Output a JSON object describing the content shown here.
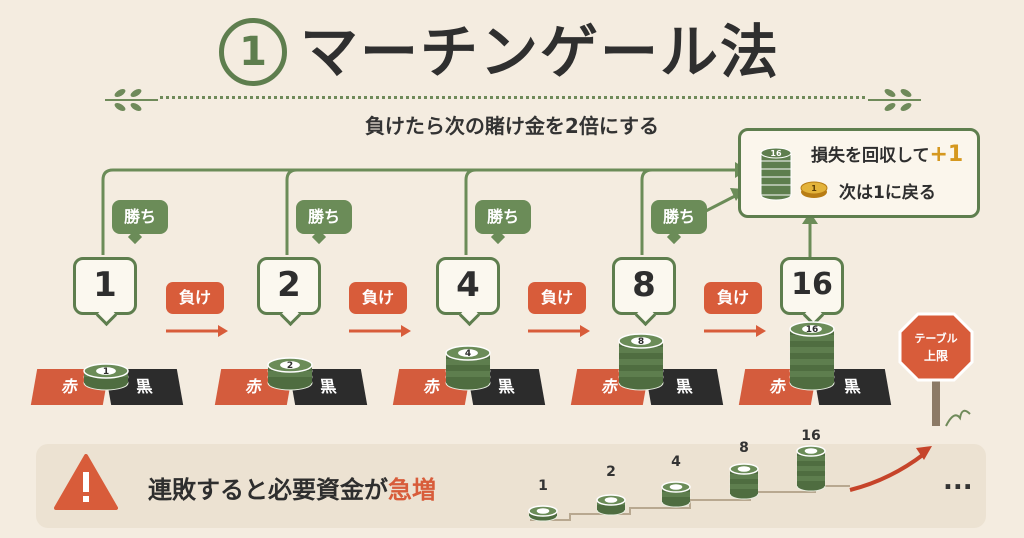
{
  "title": {
    "number": "1",
    "text": "マーチンゲール法"
  },
  "subtitle": "負けたら次の賭け金を2倍にする",
  "result_box": {
    "line1": "損失を回収して",
    "line1_plus": "+1",
    "line2": "次は1に戻る",
    "chip_stack_label": "16",
    "coin_label": "1"
  },
  "steps": [
    {
      "bet": "1",
      "chip_label": "1"
    },
    {
      "bet": "2",
      "chip_label": "2"
    },
    {
      "bet": "4",
      "chip_label": "4"
    },
    {
      "bet": "8",
      "chip_label": "8"
    },
    {
      "bet": "16",
      "chip_label": "16"
    }
  ],
  "win_label": "勝ち",
  "lose_label": "負け",
  "mat": {
    "red": "赤",
    "black": "黒"
  },
  "limit_sign": {
    "line1": "テーブル",
    "line2": "上限"
  },
  "warning": {
    "text": "連敗すると必要資金が",
    "highlight": "急増",
    "stairs": [
      "1",
      "2",
      "4",
      "8",
      "16"
    ],
    "ellipsis": "..."
  },
  "colors": {
    "green": "#5e7e4e",
    "red": "#d85c3a",
    "gold": "#d5981f",
    "background": "#f4ece0"
  }
}
